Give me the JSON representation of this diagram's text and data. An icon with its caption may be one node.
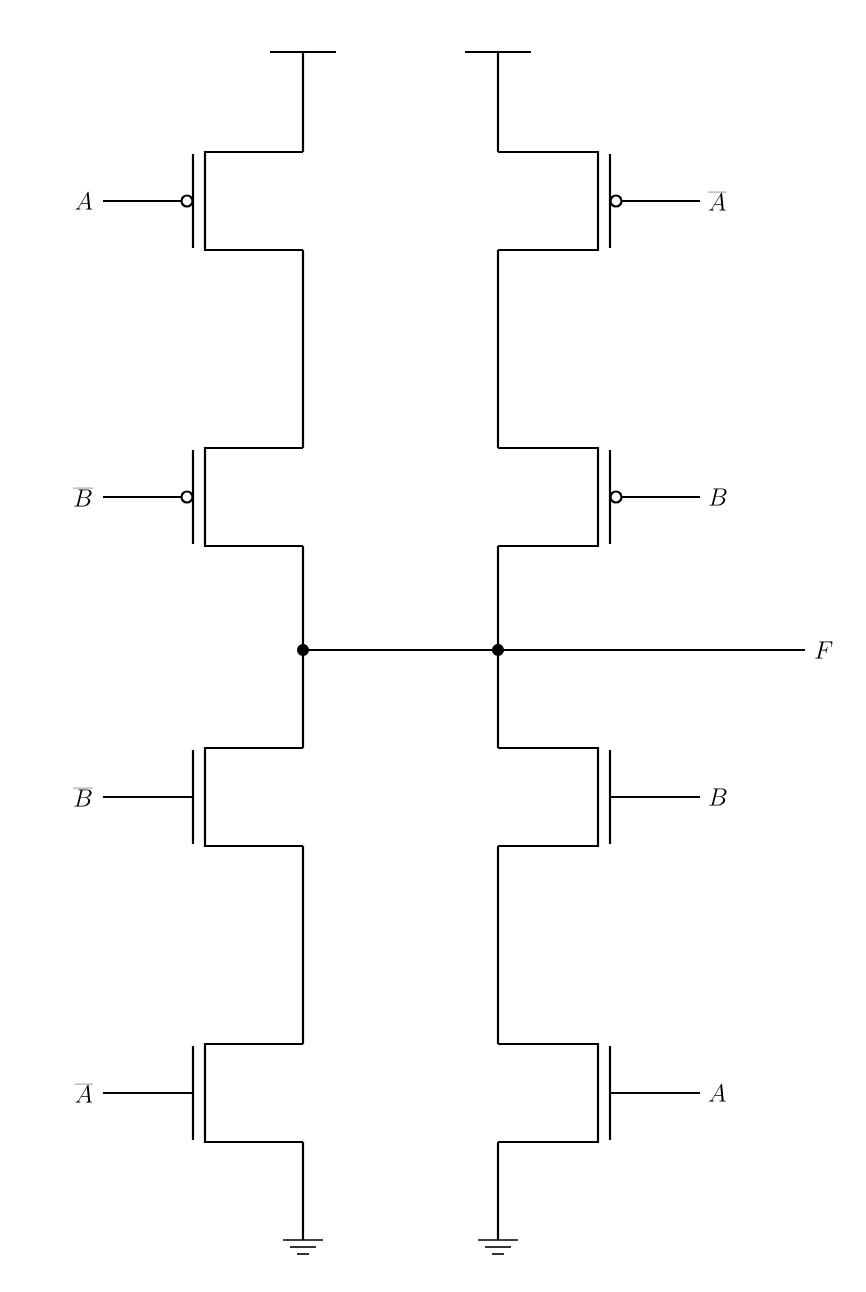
{
  "diagram": {
    "labels": [
      "A",
      "\\overline{A}",
      "\\overline{B}",
      "B",
      "F",
      "\\overline{B}",
      "B",
      "\\overline{A}",
      "A"
    ]
  }
}
